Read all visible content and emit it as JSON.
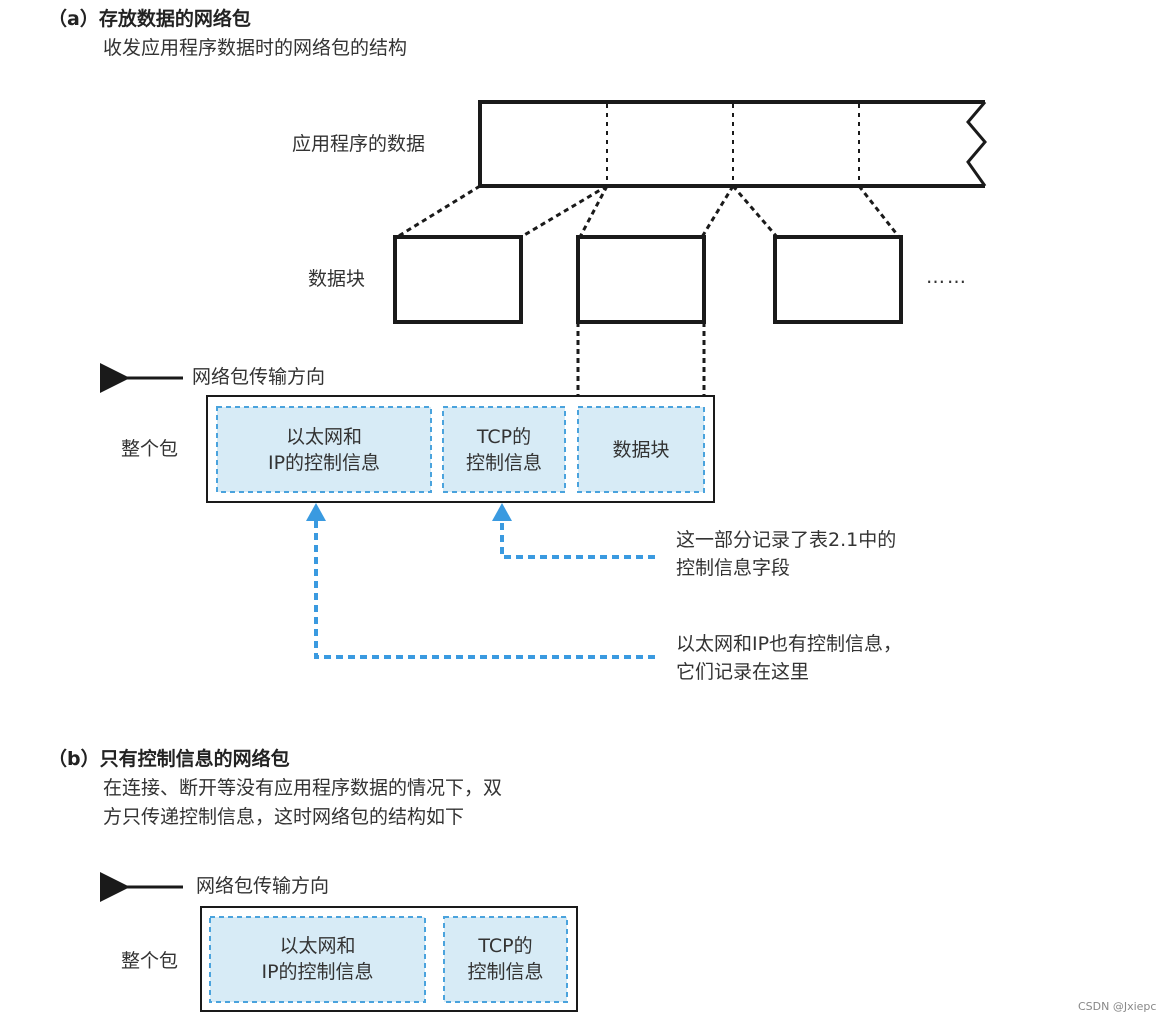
{
  "section_a": {
    "title": "（a）存放数据的网络包",
    "subtitle": "收发应用程序数据时的网络包的结构",
    "app_data_label": "应用程序的数据",
    "chunk_label": "数据块",
    "ellipsis": "……",
    "direction_label": "网络包传输方向",
    "packet_label": "整个包",
    "packet_parts": [
      {
        "line1": "以太网和",
        "line2": "IP的控制信息"
      },
      {
        "line1": "TCP的",
        "line2": "控制信息"
      },
      {
        "line1": "数据块",
        "line2": ""
      }
    ],
    "note_tcp": {
      "line1": "这一部分记录了表2.1中的",
      "line2": "控制信息字段"
    },
    "note_eth": {
      "line1": "以太网和IP也有控制信息，",
      "line2": "它们记录在这里"
    }
  },
  "section_b": {
    "title": "（b）只有控制信息的网络包",
    "subtitle_line1": "在连接、断开等没有应用程序数据的情况下，双",
    "subtitle_line2": "方只传递控制信息，这时网络包的结构如下",
    "direction_label": "网络包传输方向",
    "packet_label": "整个包",
    "packet_parts": [
      {
        "line1": "以太网和",
        "line2": "IP的控制信息"
      },
      {
        "line1": "TCP的",
        "line2": "控制信息"
      }
    ]
  },
  "watermark": "CSDN @Jxiepc",
  "colors": {
    "field_fill": "#d7ebf6",
    "field_border": "#4aa3dd",
    "arrow": "#3a9ae0",
    "line": "#1a1a1a"
  }
}
